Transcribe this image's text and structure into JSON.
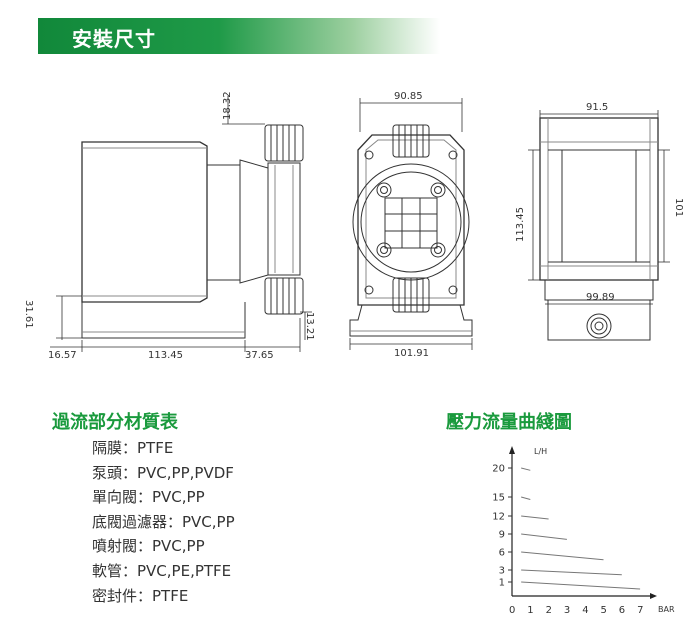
{
  "header": {
    "title": "安裝尺寸"
  },
  "dimensions": {
    "side": {
      "top": "18.32",
      "left_height": "31.61",
      "right_height": "13.21",
      "bottom_left": "16.57",
      "bottom_mid": "113.45",
      "bottom_right": "37.65"
    },
    "front": {
      "top": "90.85",
      "bottom": "101.91"
    },
    "back": {
      "top": "91.5",
      "height": "113.45",
      "right_height": "101",
      "base": "99.89"
    }
  },
  "materials": {
    "title": "過流部分材質表",
    "items": [
      "隔膜：PTFE",
      "泵頭：PVC,PP,PVDF",
      "單向閥：PVC,PP",
      "底閥過濾器：PVC,PP",
      "噴射閥：PVC,PP",
      "軟管：PVC,PE,PTFE",
      "密封件：PTFE"
    ]
  },
  "chart": {
    "title": "壓力流量曲綫圖",
    "y_unit": "L/H",
    "x_unit": "BAR",
    "x_ticks": [
      "0",
      "1",
      "2",
      "3",
      "4",
      "5",
      "6",
      "7"
    ],
    "y_ticks": [
      "20",
      "15",
      "12",
      "9",
      "6",
      "3",
      "1"
    ]
  },
  "chart_data": {
    "type": "line",
    "title": "壓力流量曲綫圖",
    "xlabel": "BAR",
    "ylabel": "L/H",
    "xlim": [
      0,
      7.5
    ],
    "y_ticks": [
      1,
      3,
      6,
      9,
      12,
      15,
      20
    ],
    "series": [
      {
        "x": [
          0.5,
          1.0
        ],
        "y": [
          20,
          19.6
        ]
      },
      {
        "x": [
          0.5,
          1.0
        ],
        "y": [
          15,
          14.6
        ]
      },
      {
        "x": [
          0.5,
          2.0
        ],
        "y": [
          12,
          11.5
        ]
      },
      {
        "x": [
          0.5,
          3.0
        ],
        "y": [
          9,
          8.1
        ]
      },
      {
        "x": [
          0.5,
          5.0
        ],
        "y": [
          6,
          4.7
        ]
      },
      {
        "x": [
          0.5,
          6.0
        ],
        "y": [
          3,
          2.2
        ]
      },
      {
        "x": [
          0.5,
          7.0
        ],
        "y": [
          1,
          0.5
        ]
      }
    ]
  },
  "colors": {
    "accent": "#1a9a3d",
    "header_bar": "#11883a",
    "line": "#333333"
  }
}
